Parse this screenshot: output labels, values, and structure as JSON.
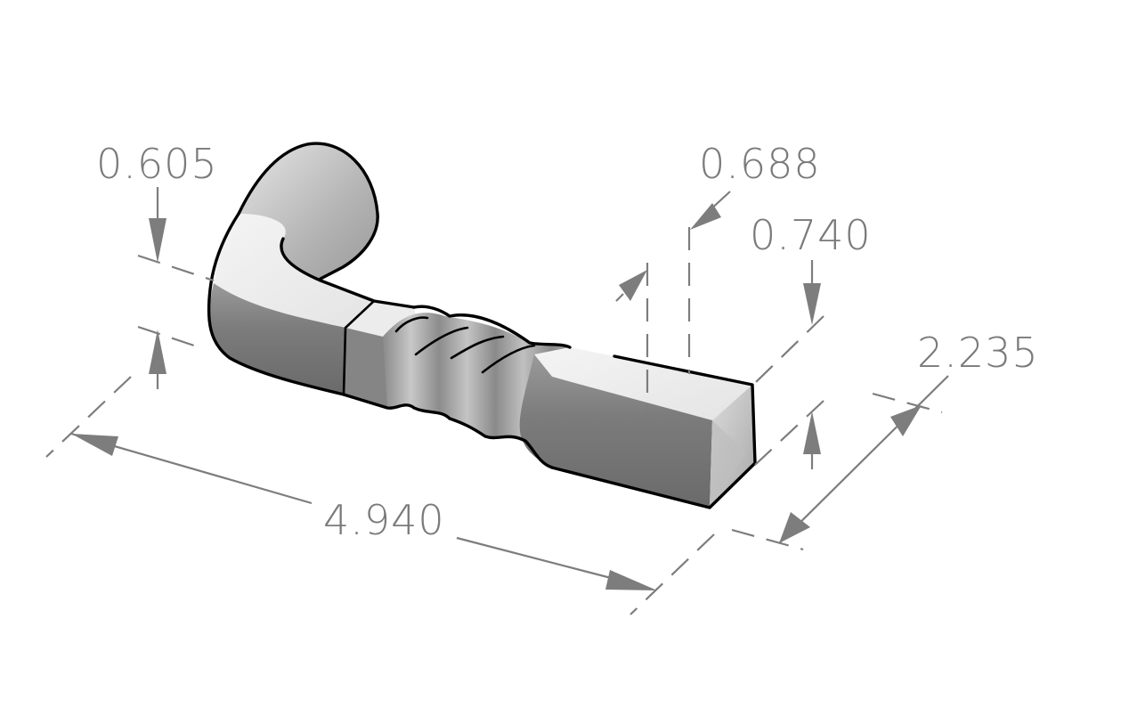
{
  "drawing": {
    "type": "isometric-part-dimension-drawing",
    "part": "bent square bar with twisted section",
    "text_color": "#7a7a7a",
    "line_color": "#7d7d7d",
    "outline_color": "#000000"
  },
  "dimensions": {
    "bend_height": {
      "label": "0.605"
    },
    "twist_offset": {
      "label": "0.688"
    },
    "bar_height": {
      "label": "0.740"
    },
    "bar_width": {
      "label": "2.235"
    },
    "overall_length": {
      "label": "4.940"
    }
  }
}
